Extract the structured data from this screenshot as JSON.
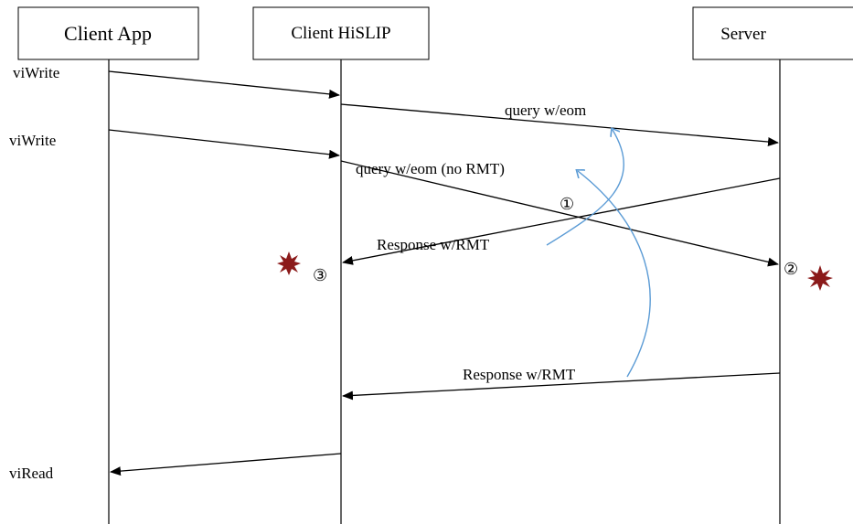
{
  "participants": {
    "client_app": "Client App",
    "client_hislip": "Client HiSLIP",
    "server": "Server"
  },
  "calls": {
    "viwrite_1": "viWrite",
    "viwrite_2": "viWrite",
    "viread": "viRead"
  },
  "messages": {
    "query_eom": "query w/eom",
    "query_eom_normt": "query w/eom (no RMT)",
    "response_rmt_1": "Response w/RMT",
    "response_rmt_2": "Response w/RMT"
  },
  "markers": {
    "m1": "①",
    "m2": "②",
    "m3": "③"
  },
  "colors": {
    "line": "#000000",
    "annotation_blue": "#5b9bd5",
    "burst": "#8b1a1a"
  }
}
